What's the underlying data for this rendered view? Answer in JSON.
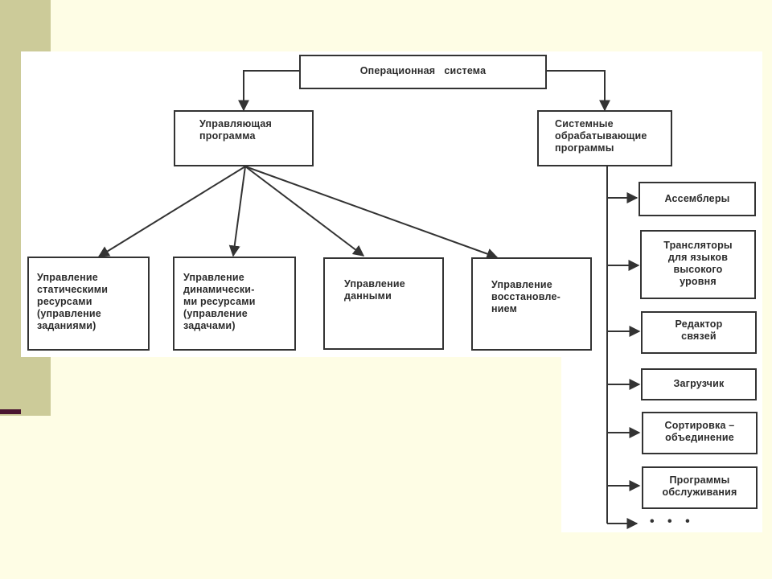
{
  "diagram": {
    "root": "Операционная   система",
    "control_program": "Управляющая\nпрограмма",
    "system_programs": "Системные\nобрабатывающие\nпрограммы",
    "control_children": [
      "Управление\nстатическими\nресурсами\n(управление\nзаданиями)",
      "Управление\nдинамически-\nми ресурсами\n(управление\nзадачами)",
      "Управление\nданными",
      "Управление\nвосстановле-\nнием"
    ],
    "system_children": [
      "Ассемблеры",
      "Трансляторы\nдля языков\nвысокого\nуровня",
      "Редактор\nсвязей",
      "Загрузчик",
      "Сортировка –\nобъединение",
      "Программы\nобслуживания"
    ],
    "ellipsis": "• • •"
  },
  "colors": {
    "background": "#fefde5",
    "sidebar": "#cccb99",
    "accent": "#4a1530",
    "ink": "#333333"
  }
}
